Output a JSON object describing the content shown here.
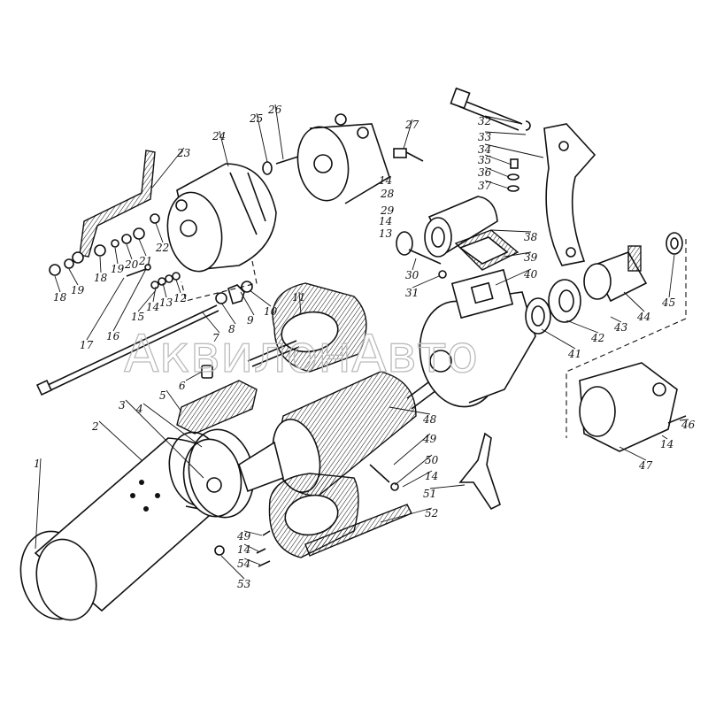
{
  "watermark": "АквилонАвто",
  "part_labels": [
    "1",
    "2",
    "3",
    "4",
    "5",
    "6",
    "7",
    "8",
    "9",
    "10",
    "11",
    "12",
    "13",
    "14",
    "15",
    "16",
    "17",
    "18",
    "18",
    "19",
    "19",
    "20",
    "21",
    "22",
    "23",
    "24",
    "25",
    "26",
    "27",
    "28",
    "29",
    "14",
    "14",
    "13",
    "30",
    "31",
    "32",
    "33",
    "34",
    "35",
    "36",
    "37",
    "38",
    "39",
    "40",
    "41",
    "42",
    "43",
    "44",
    "45",
    "46",
    "47",
    "14",
    "48",
    "49",
    "50",
    "14",
    "51",
    "52",
    "49",
    "14",
    "54",
    "53"
  ]
}
